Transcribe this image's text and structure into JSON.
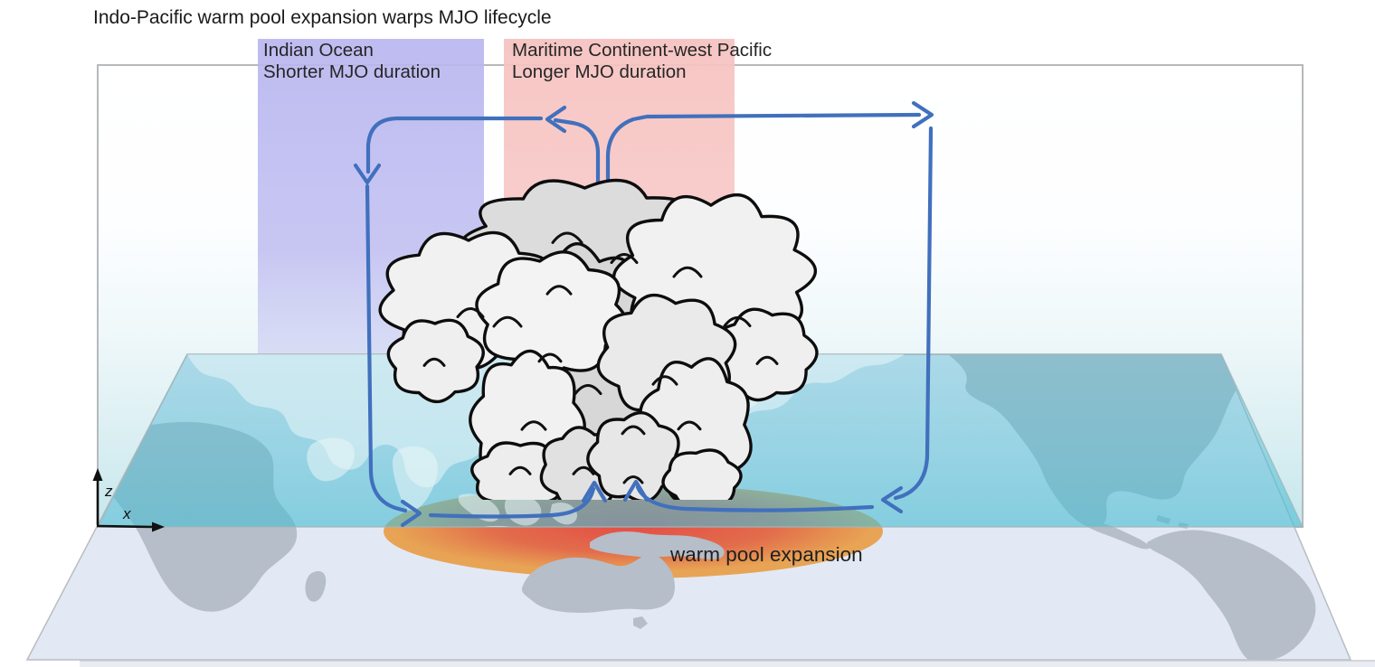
{
  "figure": {
    "title": "Indo-Pacific warm pool expansion warps MJO lifecycle",
    "bands": {
      "indian_ocean": {
        "region": "Indian Ocean",
        "effect": "Shorter MJO duration",
        "color": "#b9b7ef"
      },
      "maritime_continent": {
        "region": "Maritime Continent-west Pacific",
        "effect": "Longer MJO duration",
        "color": "#f6c3c1"
      }
    },
    "annotations": {
      "warm_pool_label": "warm pool expansion"
    },
    "axis": {
      "vertical": "z",
      "horizontal": "x"
    },
    "colors": {
      "arrow": "#4170bd",
      "ocean": "#49bdd3",
      "land": "#b5bec9",
      "land_light": "#eaf6f8",
      "pool_center": "#e4453d",
      "pool_mid": "#e2633f",
      "pool_edge": "#e89b42",
      "wall_tint": "#c6e7ed",
      "floor": "#e3e9f4"
    }
  }
}
